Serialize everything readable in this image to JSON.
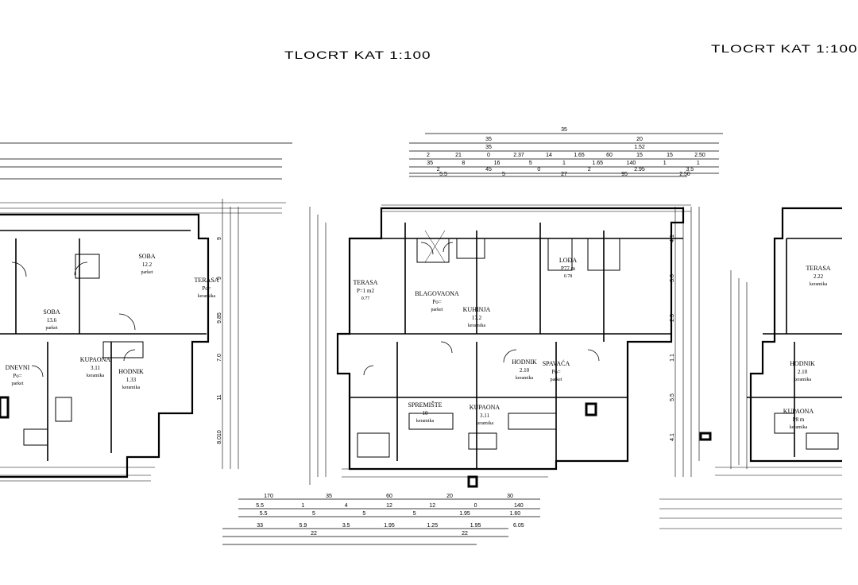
{
  "sheet": {
    "title_left": "TLOCRT KAT 1:100",
    "title_right": "TLOCRT KAT 1:100"
  },
  "dims": {
    "top_rows": [
      [
        "35"
      ],
      [
        "35",
        "20"
      ],
      [
        "35",
        "1.52"
      ],
      [
        "2",
        "21",
        "0",
        "2.37",
        "14",
        "1.65",
        "60",
        "15",
        "15",
        "2.50"
      ],
      [
        "35",
        "8",
        "16",
        "5",
        "1",
        "1.65",
        "140",
        "1",
        "1"
      ],
      [
        "2",
        "45",
        "0",
        "2",
        "2.95",
        "3.5"
      ],
      [
        "5.5",
        "5",
        "27",
        "95",
        "2.50"
      ]
    ],
    "bottom_rows": [
      [
        "170",
        "35",
        "60",
        "20",
        "30"
      ],
      [
        "5.5",
        "1",
        "4",
        "12",
        "12",
        "0",
        "140"
      ],
      [
        "5.5",
        "5",
        "5",
        "5",
        "1.95",
        "1.60"
      ],
      [
        "33",
        "5.9",
        "3.5",
        "1.95",
        "1.25",
        "1.95",
        "6.05"
      ],
      [
        "22",
        "22"
      ]
    ],
    "side_left": [
      "9",
      "9",
      "9.85",
      "7.0",
      "11",
      "8.010"
    ],
    "side_center": [
      "4.1",
      "3.6",
      "2.3",
      "1.1",
      "5.5",
      "4.1"
    ]
  },
  "rooms_left": [
    {
      "id": "soba-1",
      "name": "SOBA",
      "area": "12.2",
      "finish": "parket"
    },
    {
      "id": "soba-2",
      "name": "SOBA",
      "area": "13.6",
      "finish": "parket"
    },
    {
      "id": "terasa-l",
      "name": "TERASA",
      "area": "Po=",
      "finish": "keramika"
    },
    {
      "id": "kupaona-l",
      "name": "KUPAONA",
      "area": "3.11",
      "finish": "keramika"
    },
    {
      "id": "hodnik-l",
      "name": "HODNIK",
      "area": "1.33",
      "finish": "keramika"
    },
    {
      "id": "dnevni-l",
      "name": "DNEVNI",
      "area": "Po=",
      "finish": "parket"
    }
  ],
  "rooms_center": [
    {
      "id": "blagovaona",
      "name": "BLAGOVAONA",
      "area": "Po=",
      "finish": "parket"
    },
    {
      "id": "kuhinja",
      "name": "KUHINJA",
      "area": "17.2",
      "finish": "keramika"
    },
    {
      "id": "terasa-c",
      "name": "TERASA",
      "area": "P=1 m2",
      "finish": "0.77"
    },
    {
      "id": "loza",
      "name": "LOĐA",
      "area": "P77 m",
      "finish": "0.78"
    },
    {
      "id": "hodnik-c",
      "name": "HODNIK",
      "area": "2.10",
      "finish": "keramika"
    },
    {
      "id": "spavaca",
      "name": "SPAVAĆA",
      "area": "Po=",
      "finish": "parket"
    },
    {
      "id": "kupaona-c",
      "name": "KUPAONA",
      "area": "3.11",
      "finish": "keramika"
    },
    {
      "id": "sbo",
      "name": "SPREMIŠTE",
      "area": "10",
      "finish": "keramika"
    }
  ],
  "rooms_right": [
    {
      "id": "terasa-r",
      "name": "TERASA",
      "area": "2.22",
      "finish": "keramika"
    },
    {
      "id": "hodnik-r",
      "name": "HODNIK",
      "area": "2.10",
      "finish": "keramika"
    },
    {
      "id": "kupaona-r",
      "name": "KUPAONA",
      "area": "P8 m",
      "finish": "keramika"
    }
  ],
  "colors": {
    "line": "#000000",
    "bg": "#ffffff"
  }
}
